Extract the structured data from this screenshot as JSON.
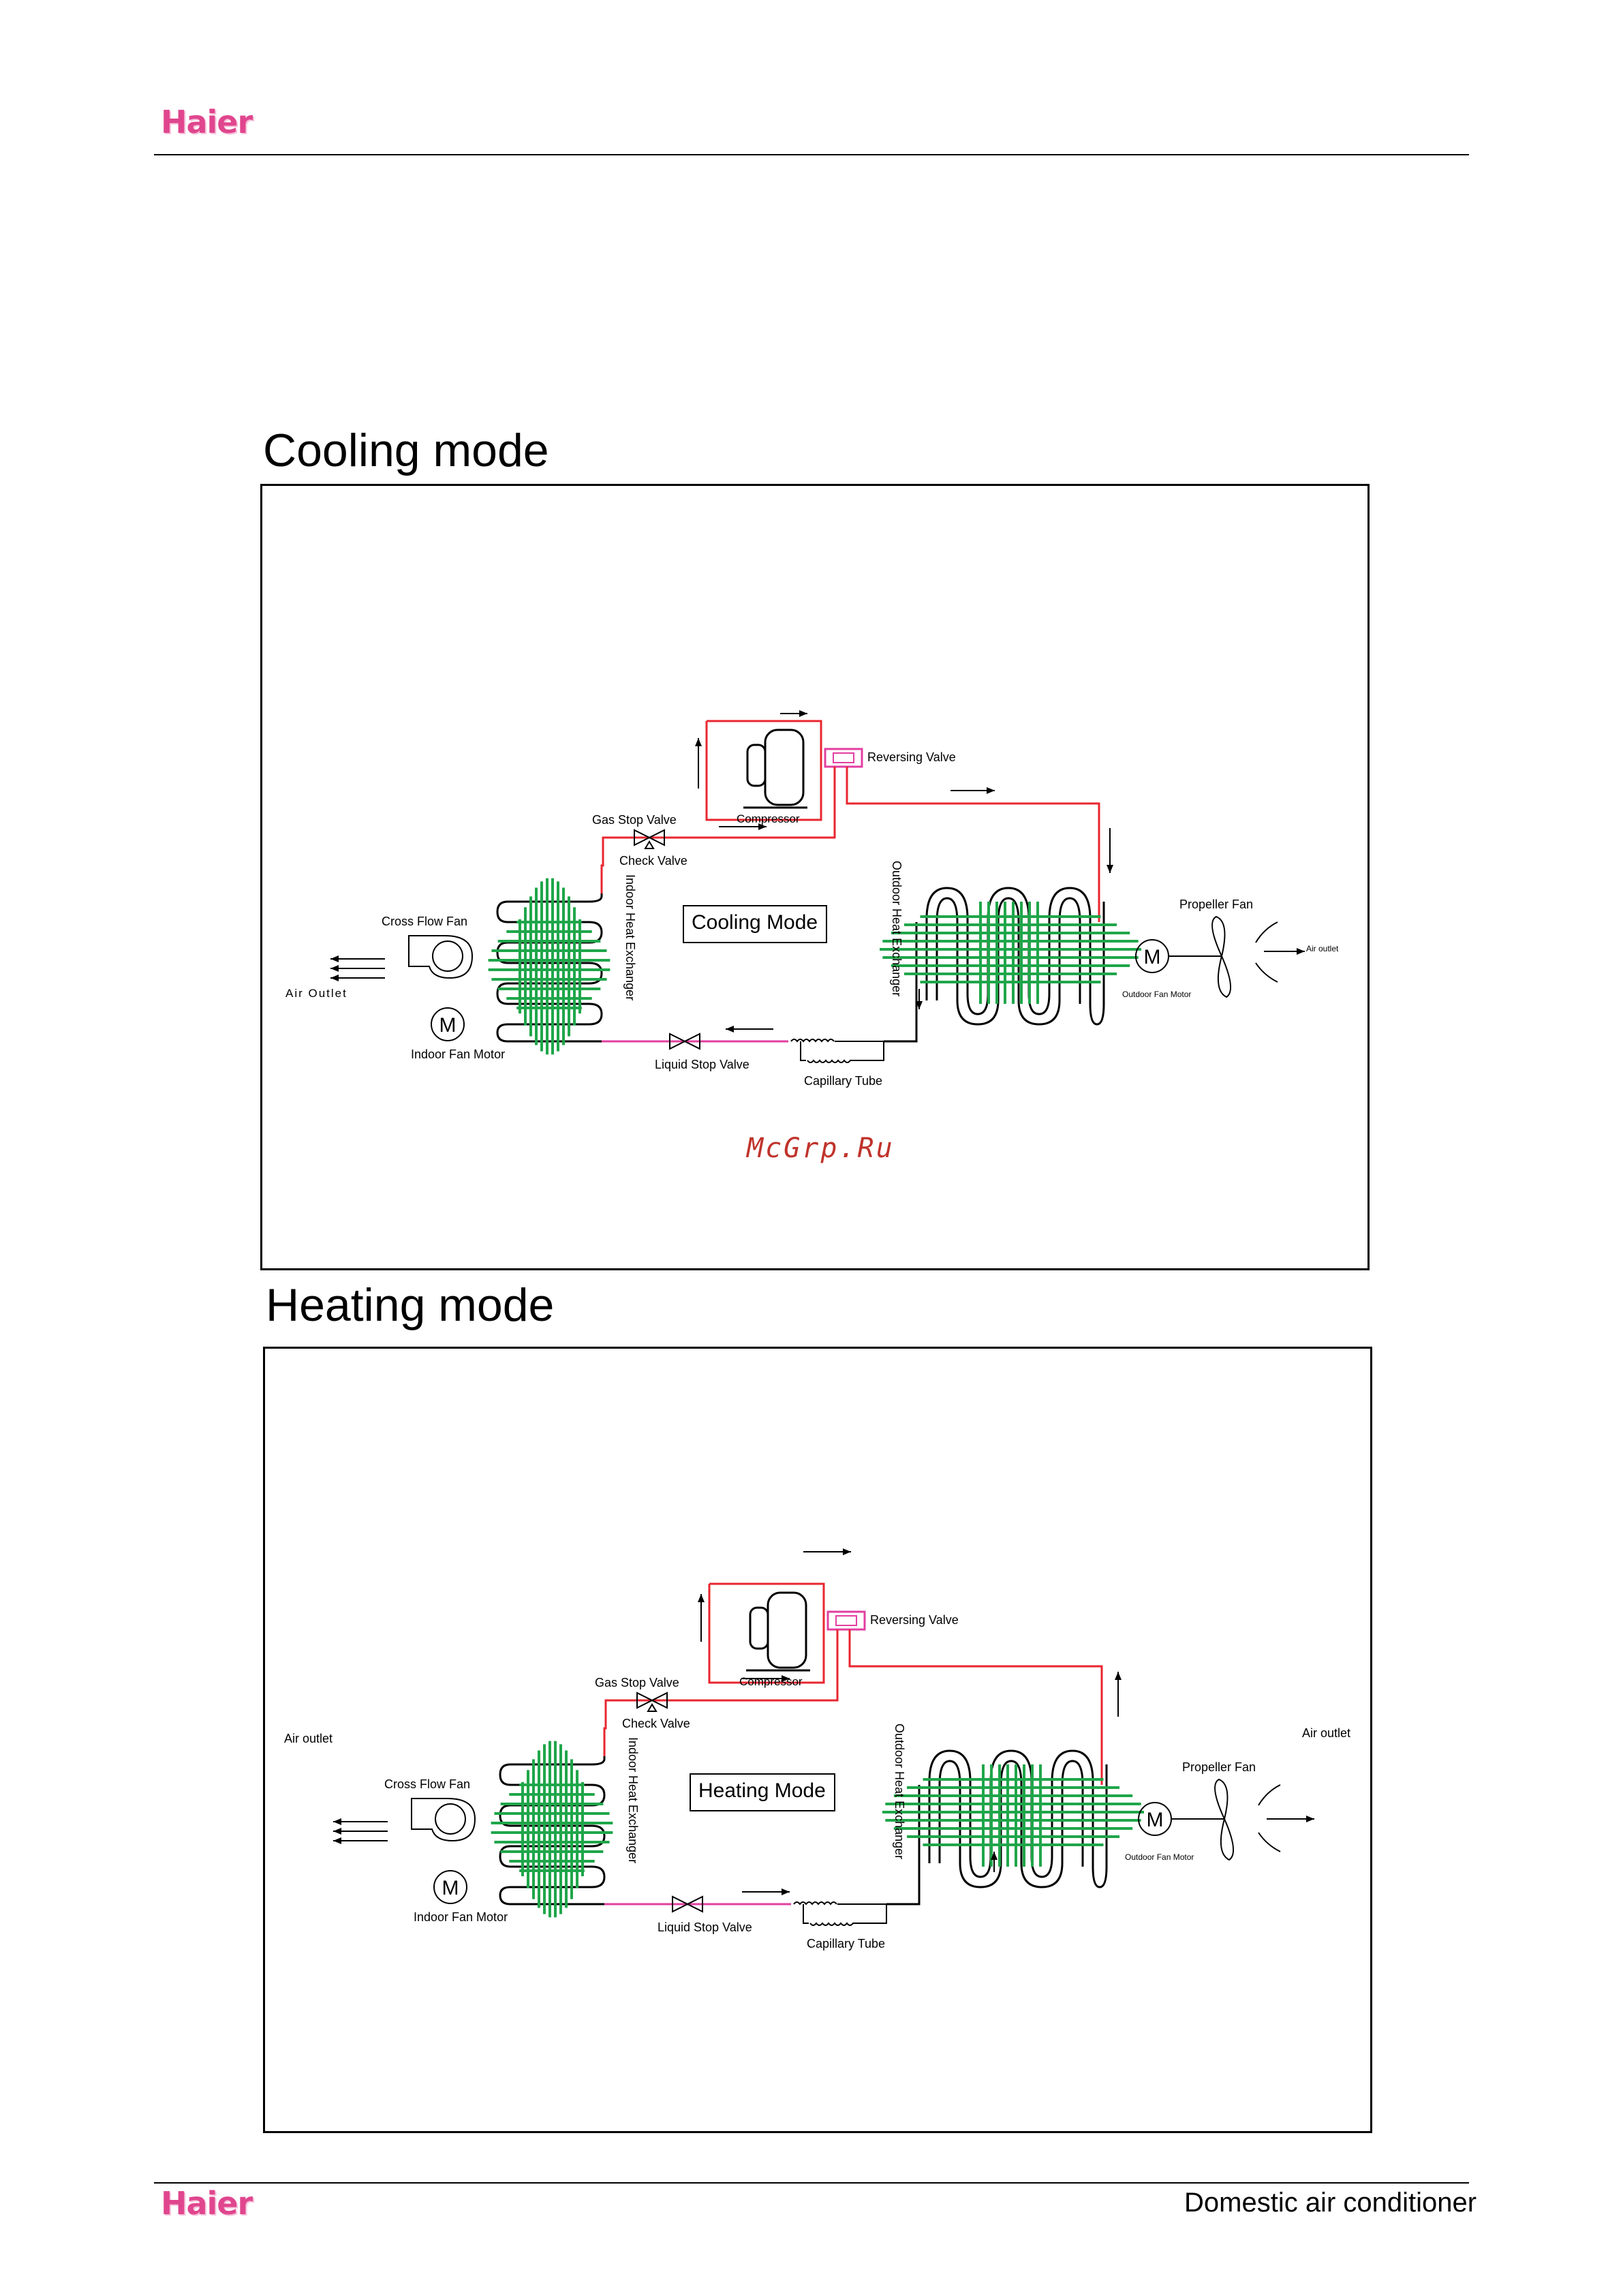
{
  "header": {
    "logo": "Haier"
  },
  "cooling": {
    "title": "Cooling mode",
    "diagram": {
      "mode_label": "Cooling Mode",
      "compressor": "Compressor",
      "reversing_valve": "Reversing Valve",
      "gas_stop_valve": "Gas Stop Valve",
      "check_valve": "Check Valve",
      "indoor_hx": "Indoor Heat Exchanger",
      "outdoor_hx": "Outdoor Heat Exchanger",
      "cross_flow_fan": "Cross Flow Fan",
      "air_outlet_left": "Air Outlet",
      "indoor_fan_motor": "Indoor Fan Motor",
      "liquid_stop_valve": "Liquid Stop Valve",
      "capillary_tube": "Capillary Tube",
      "propeller_fan": "Propeller Fan",
      "outdoor_fan_motor": "Outdoor Fan Motor",
      "air_outlet_right": "Air outlet",
      "motor_symbol": "M"
    }
  },
  "watermark": "McGrp.Ru",
  "heating": {
    "title": "Heating mode",
    "diagram": {
      "mode_label": "Heating Mode",
      "compressor": "Compressor",
      "reversing_valve": "Reversing Valve",
      "gas_stop_valve": "Gas Stop Valve",
      "check_valve": "Check Valve",
      "indoor_hx": "Indoor Heat Exchanger",
      "outdoor_hx": "Outdoor Heat Exchanger",
      "cross_flow_fan": "Cross Flow Fan",
      "air_outlet_left": "Air outlet",
      "indoor_fan_motor": "Indoor Fan Motor",
      "liquid_stop_valve": "Liquid Stop Valve",
      "capillary_tube": "Capillary Tube",
      "propeller_fan": "Propeller Fan",
      "outdoor_fan_motor": "Outdoor Fan Motor",
      "air_outlet_right": "Air outlet",
      "motor_symbol": "M"
    }
  },
  "footer": {
    "logo": "Haier",
    "title": "Domestic air conditioner"
  },
  "colors": {
    "pipe": "#e8262f",
    "liquid": "#e23fa0",
    "coil": "#1fa64a",
    "logo": "#e0468e",
    "watermark": "#c0332b"
  }
}
